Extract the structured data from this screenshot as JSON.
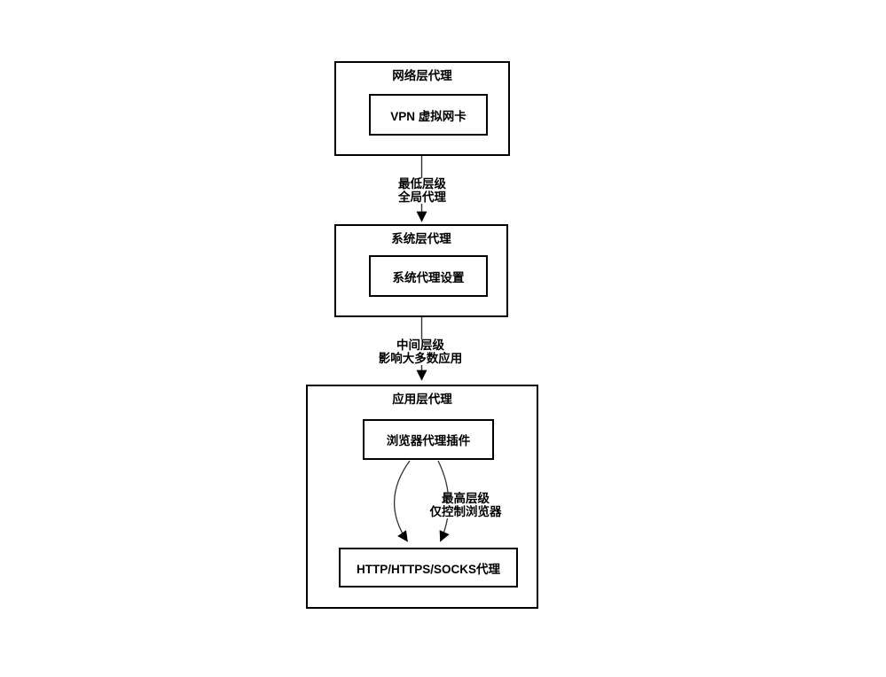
{
  "diagram": {
    "background": "#ffffff",
    "border_color": "#000000",
    "arrow_color": "#333333",
    "text_color": "#000000",
    "layers": [
      {
        "title": "网络层代理",
        "nodes": [
          "VPN 虚拟网卡"
        ]
      },
      {
        "title": "系统层代理",
        "nodes": [
          "系统代理设置"
        ]
      },
      {
        "title": "应用层代理",
        "nodes": [
          "浏览器代理插件",
          "HTTP/HTTPS/SOCKS代理"
        ]
      }
    ],
    "edges": [
      {
        "from": "网络层代理",
        "to": "系统层代理",
        "label": [
          "最低层级",
          "全局代理"
        ]
      },
      {
        "from": "系统层代理",
        "to": "应用层代理",
        "label": [
          "中间层级",
          "影响大多数应用"
        ]
      },
      {
        "from": "浏览器代理插件",
        "to": "HTTP/HTTPS/SOCKS代理",
        "label": [
          "最高层级",
          "仅控制浏览器"
        ]
      }
    ]
  }
}
